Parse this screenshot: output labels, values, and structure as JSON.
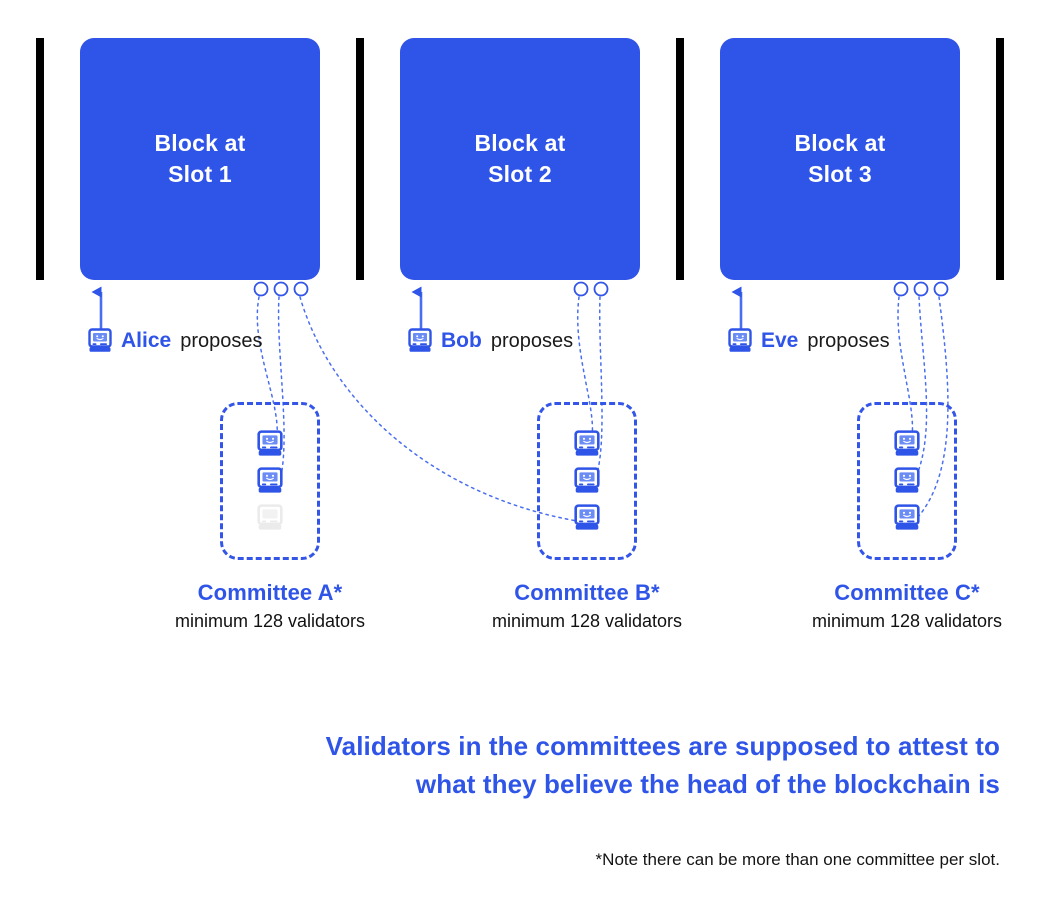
{
  "diagram": {
    "title": "Ethereum proof-of-stake slots, proposers and committees",
    "colors": {
      "block_blue": "#2f54e8",
      "accent_blue": "#3355e8",
      "text_dark": "#111111",
      "separator_black": "#000000",
      "inactive_grey": "#ebebeb"
    },
    "slots": [
      {
        "block_label_line1": "Block at",
        "block_label_line2": "Slot 1",
        "proposer_name": "Alice",
        "proposer_verb": "proposes",
        "proposer_icon": "classic-mac-computer-icon",
        "attestation_circles": 3,
        "committee": {
          "title": "Committee A*",
          "subtitle": "minimum 128 validators",
          "validators": [
            "active",
            "active",
            "inactive"
          ]
        }
      },
      {
        "block_label_line1": "Block at",
        "block_label_line2": "Slot 2",
        "proposer_name": "Bob",
        "proposer_verb": "proposes",
        "proposer_icon": "classic-mac-computer-icon",
        "attestation_circles": 2,
        "committee": {
          "title": "Committee B*",
          "subtitle": "minimum 128 validators",
          "validators": [
            "active",
            "active",
            "active"
          ]
        }
      },
      {
        "block_label_line1": "Block at",
        "block_label_line2": "Slot 3",
        "proposer_name": "Eve",
        "proposer_verb": "proposes",
        "proposer_icon": "classic-mac-computer-icon",
        "attestation_circles": 3,
        "committee": {
          "title": "Committee C*",
          "subtitle": "minimum 128 validators",
          "validators": [
            "active",
            "active",
            "active"
          ]
        }
      }
    ],
    "statement_line1": "Validators in the committees are supposed to attest to",
    "statement_line2": "what they believe the head of the blockchain is",
    "footnote": "*Note there can be more than one committee per slot."
  }
}
